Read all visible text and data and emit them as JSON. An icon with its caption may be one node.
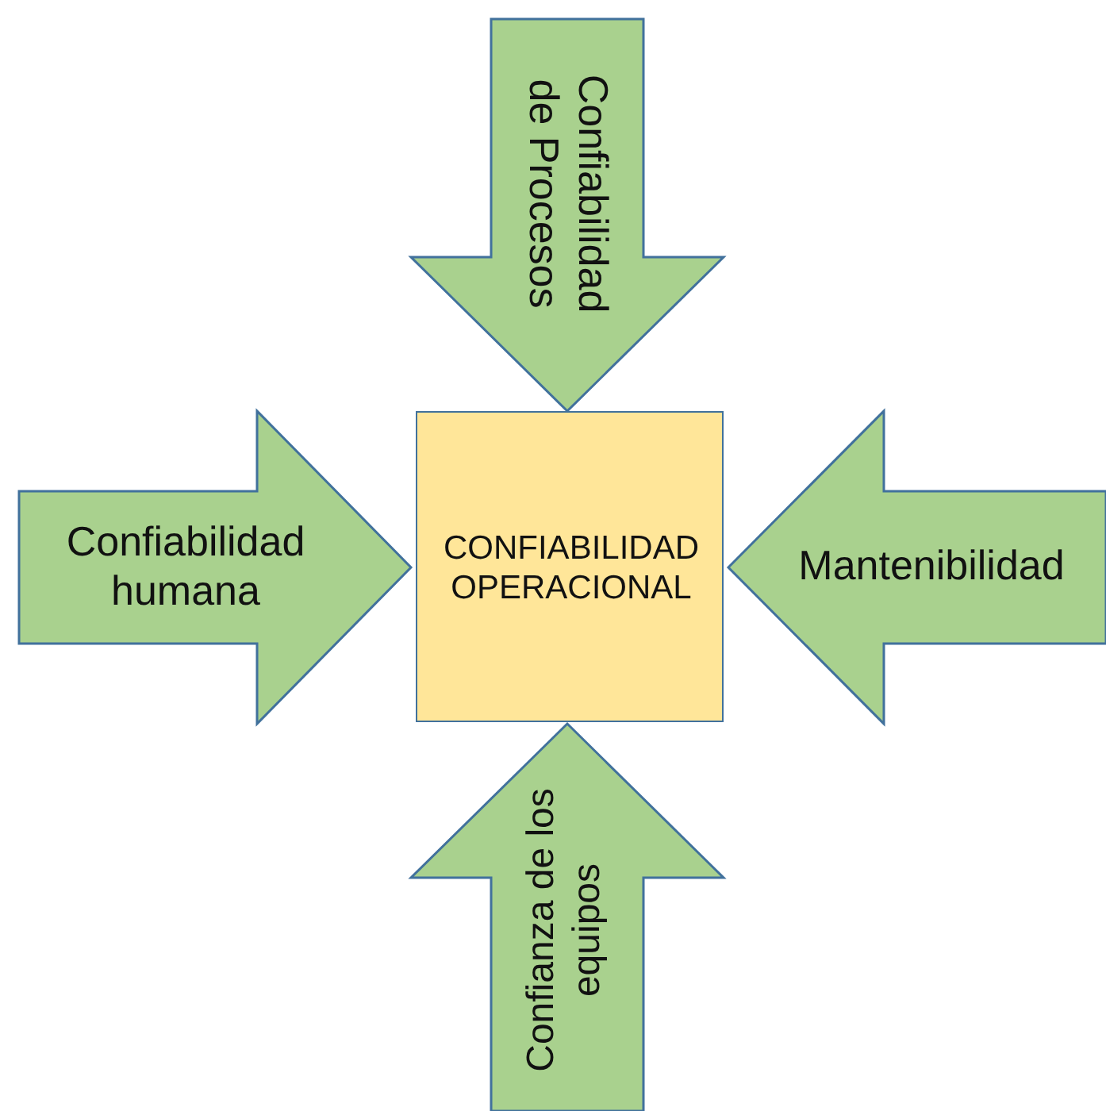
{
  "diagram": {
    "nodes": [
      {
        "text": [
          "CONFIABILIDAD OPERACIONAL"
        ]
      },
      {
        "text": [
          "Confiabilidad de Procesos"
        ]
      },
      {
        "text": [
          "Confiabilidad humana"
        ]
      },
      {
        "text": [
          "Mantenibilidad"
        ]
      },
      {
        "text": [
          "Confianza de los equipos"
        ]
      }
    ]
  }
}
